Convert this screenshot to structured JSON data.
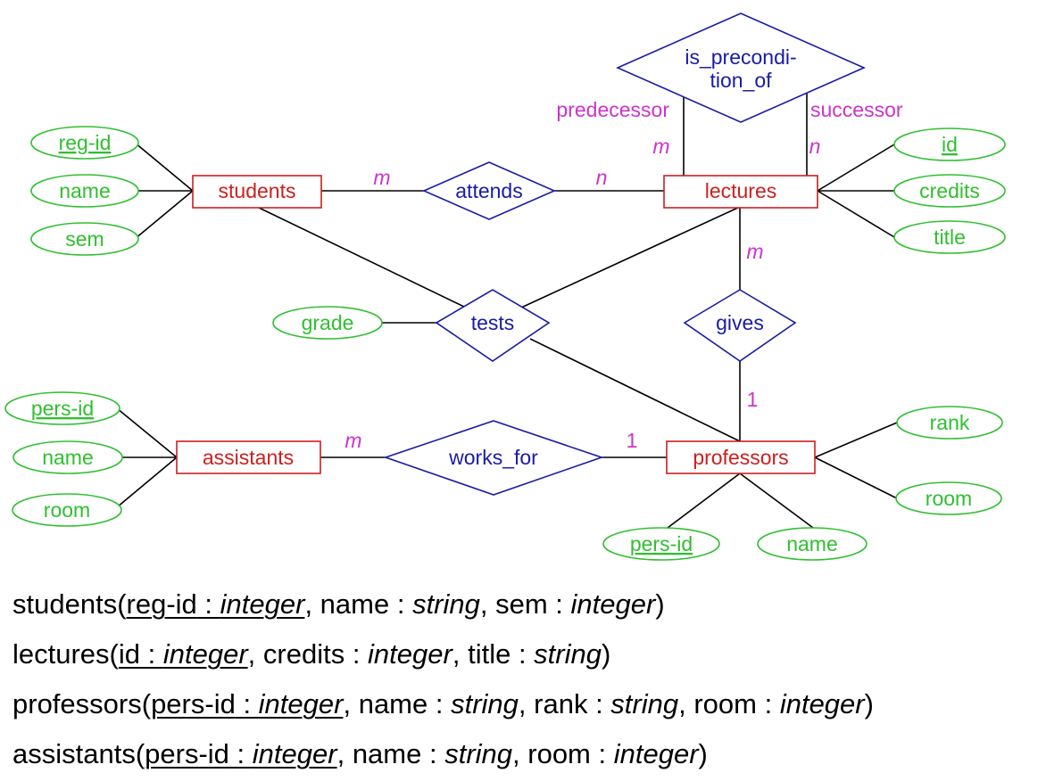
{
  "entities": {
    "students": "students",
    "lectures": "lectures",
    "assistants": "assistants",
    "professors": "professors"
  },
  "relationships": {
    "attends": "attends",
    "tests": "tests",
    "gives": "gives",
    "works_for": "works_for",
    "is_precondition_line1": "is_precondi-",
    "is_precondition_line2": "tion_of"
  },
  "attributes": {
    "students": [
      "reg-id",
      "name",
      "sem"
    ],
    "lectures": [
      "id",
      "credits",
      "title"
    ],
    "tests": [
      "grade"
    ],
    "assistants": [
      "pers-id",
      "name",
      "room"
    ],
    "professors": [
      "rank",
      "room",
      "pers-id",
      "name"
    ]
  },
  "cardinalities": {
    "students_attends": "m",
    "attends_lectures": "n",
    "precondition_predecessor": "m",
    "precondition_successor": "n",
    "lectures_gives": "m",
    "gives_professors": "1",
    "assistants_works_for": "m",
    "works_for_professors": "1"
  },
  "roles": {
    "predecessor": "predecessor",
    "successor": "successor"
  },
  "colors": {
    "entity": "#cc1f1f",
    "relationship": "#1a1aa8",
    "attribute": "#2fbf2f",
    "cardinality": "#cc33cc",
    "line": "#000000"
  },
  "schemas": [
    {
      "name": "students",
      "key": [
        {
          "attr": "reg-id",
          "type": "integer"
        }
      ],
      "rest": [
        {
          "attr": "name",
          "type": "string"
        },
        {
          "attr": "sem",
          "type": "integer"
        }
      ]
    },
    {
      "name": "lectures",
      "key": [
        {
          "attr": "id",
          "type": "integer"
        }
      ],
      "rest": [
        {
          "attr": "credits",
          "type": "integer"
        },
        {
          "attr": "title",
          "type": "string"
        }
      ]
    },
    {
      "name": "professors",
      "key": [
        {
          "attr": "pers-id",
          "type": "integer"
        }
      ],
      "rest": [
        {
          "attr": "name",
          "type": "string"
        },
        {
          "attr": "rank",
          "type": "string"
        },
        {
          "attr": "room",
          "type": "integer"
        }
      ]
    },
    {
      "name": "assistants",
      "key": [
        {
          "attr": "pers-id",
          "type": "integer"
        }
      ],
      "rest": [
        {
          "attr": "name",
          "type": "string"
        },
        {
          "attr": "room",
          "type": "integer"
        }
      ]
    }
  ]
}
